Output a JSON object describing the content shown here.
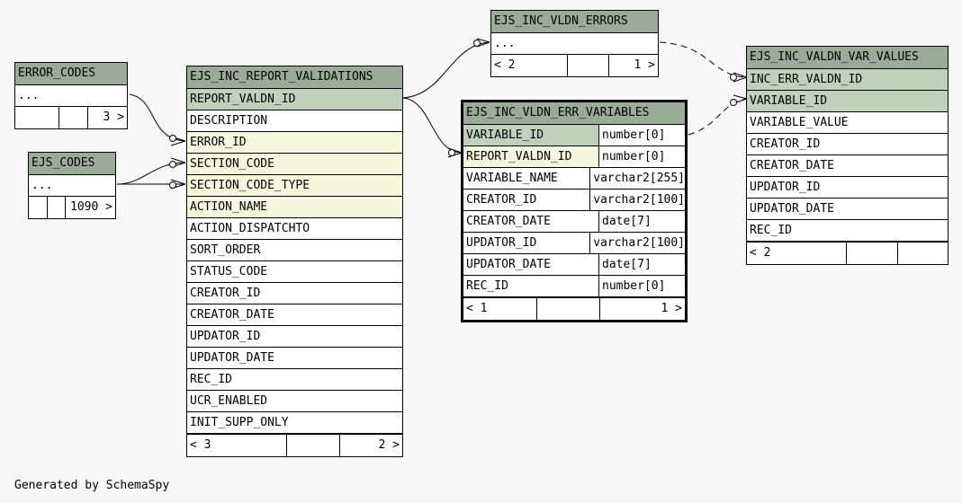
{
  "tables": {
    "error_codes": {
      "name": "ERROR_CODES",
      "ellipsis": "...",
      "children": "3 >"
    },
    "ejs_codes": {
      "name": "EJS_CODES",
      "ellipsis": "...",
      "children": "1090 >"
    },
    "report_validations": {
      "name": "EJS_INC_REPORT_VALIDATIONS",
      "columns": [
        "REPORT_VALDN_ID",
        "DESCRIPTION",
        "ERROR_ID",
        "SECTION_CODE",
        "SECTION_CODE_TYPE",
        "ACTION_NAME",
        "ACTION_DISPATCHTO",
        "SORT_ORDER",
        "STATUS_CODE",
        "CREATOR_ID",
        "CREATOR_DATE",
        "UPDATOR_ID",
        "UPDATOR_DATE",
        "REC_ID",
        "UCR_ENABLED",
        "INIT_SUPP_ONLY"
      ],
      "parents": "< 3",
      "children": "2 >"
    },
    "vldn_errors": {
      "name": "EJS_INC_VLDN_ERRORS",
      "ellipsis": "...",
      "parents": "< 2",
      "children": "1 >"
    },
    "err_variables": {
      "name": "EJS_INC_VLDN_ERR_VARIABLES",
      "columns": [
        {
          "name": "VARIABLE_ID",
          "type": "number[0]"
        },
        {
          "name": "REPORT_VALDN_ID",
          "type": "number[0]"
        },
        {
          "name": "VARIABLE_NAME",
          "type": "varchar2[255]"
        },
        {
          "name": "CREATOR_ID",
          "type": "varchar2[100]"
        },
        {
          "name": "CREATOR_DATE",
          "type": "date[7]"
        },
        {
          "name": "UPDATOR_ID",
          "type": "varchar2[100]"
        },
        {
          "name": "UPDATOR_DATE",
          "type": "date[7]"
        },
        {
          "name": "REC_ID",
          "type": "number[0]"
        }
      ],
      "parents": "< 1",
      "children": "1 >"
    },
    "var_values": {
      "name": "EJS_INC_VALDN_VAR_VALUES",
      "columns": [
        "INC_ERR_VALDN_ID",
        "VARIABLE_ID",
        "VARIABLE_VALUE",
        "CREATOR_ID",
        "CREATOR_DATE",
        "UPDATOR_ID",
        "UPDATOR_DATE",
        "REC_ID"
      ],
      "parents": "< 2"
    }
  },
  "colors": {
    "header": "#9aab98",
    "primary_key": "#bfd0bb",
    "foreign_key": "#f4f7dc"
  },
  "footer": "Generated by SchemaSpy"
}
